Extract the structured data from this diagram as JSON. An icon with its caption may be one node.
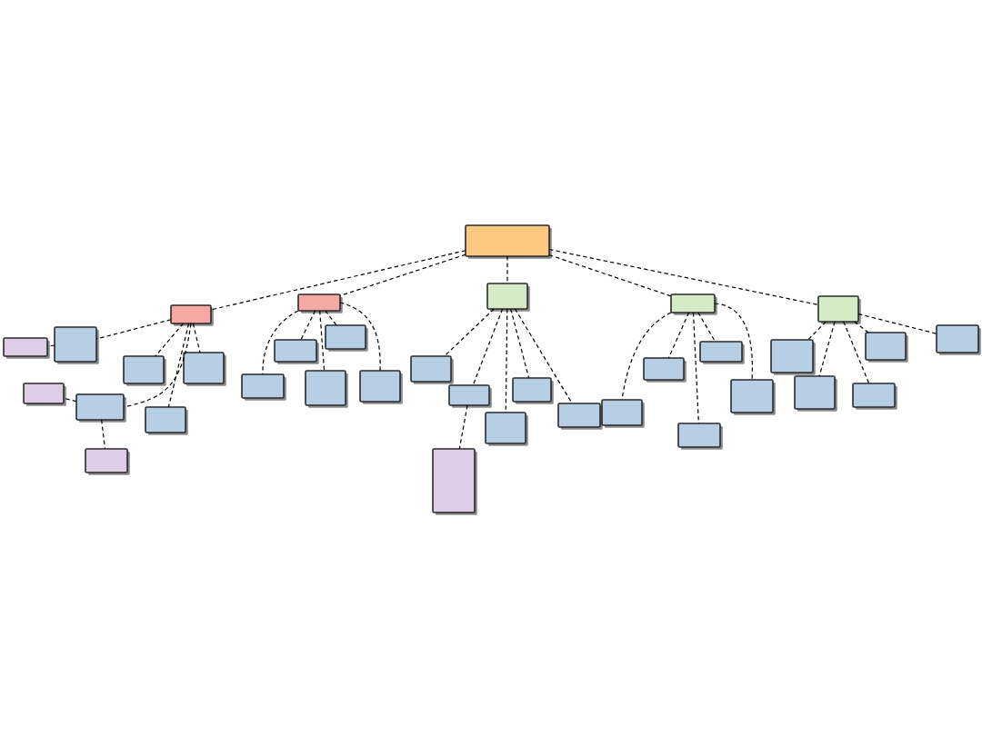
{
  "diagram": {
    "nodes": [
      {
        "text": [],
        "shape": "box"
      },
      {
        "text": [],
        "shape": "box"
      },
      {
        "text": [],
        "shape": "box"
      },
      {
        "text": [],
        "shape": "box"
      },
      {
        "text": [],
        "shape": "box"
      },
      {
        "text": [],
        "shape": "box"
      },
      {
        "text": [],
        "shape": "box"
      },
      {
        "text": [],
        "shape": "box"
      },
      {
        "text": [],
        "shape": "box"
      },
      {
        "text": [],
        "shape": "box"
      },
      {
        "text": [],
        "shape": "box"
      },
      {
        "text": [],
        "shape": "box"
      },
      {
        "text": [],
        "shape": "box"
      },
      {
        "text": [],
        "shape": "box"
      },
      {
        "text": [],
        "shape": "box"
      },
      {
        "text": [],
        "shape": "box"
      },
      {
        "text": [],
        "shape": "box"
      },
      {
        "text": [],
        "shape": "box"
      },
      {
        "text": [],
        "shape": "box"
      },
      {
        "text": [],
        "shape": "box"
      },
      {
        "text": [],
        "shape": "box"
      },
      {
        "text": [],
        "shape": "box"
      },
      {
        "text": [],
        "shape": "box"
      },
      {
        "text": [],
        "shape": "box"
      },
      {
        "text": [],
        "shape": "box"
      },
      {
        "text": [],
        "shape": "box"
      },
      {
        "text": [],
        "shape": "box"
      },
      {
        "text": [],
        "shape": "box"
      },
      {
        "text": [],
        "shape": "box"
      },
      {
        "text": [],
        "shape": "box"
      },
      {
        "text": [],
        "shape": "box"
      },
      {
        "text": [],
        "shape": "box"
      },
      {
        "text": [],
        "shape": "box"
      },
      {
        "text": [],
        "shape": "box"
      },
      {
        "text": [],
        "shape": "box"
      }
    ],
    "edges": [
      {
        "from": 0,
        "to": 1,
        "arrow": "none",
        "style": "dashed"
      },
      {
        "from": 0,
        "to": 10,
        "arrow": "none",
        "style": "dashed"
      },
      {
        "from": 0,
        "to": 16,
        "arrow": "none",
        "style": "dashed"
      },
      {
        "from": 0,
        "to": 23,
        "arrow": "none",
        "style": "dashed"
      },
      {
        "from": 0,
        "to": 29,
        "arrow": "none",
        "style": "dashed"
      },
      {
        "from": 1,
        "to": 2,
        "arrow": "none",
        "style": "dashed"
      },
      {
        "from": 2,
        "to": 3,
        "arrow": "none",
        "style": "dashed"
      },
      {
        "from": 1,
        "to": 4,
        "arrow": "none",
        "style": "dashed"
      },
      {
        "from": 1,
        "to": 5,
        "arrow": "none",
        "style": "dashed"
      },
      {
        "from": 1,
        "to": 7,
        "arrow": "none",
        "style": "dashed"
      },
      {
        "from": 7,
        "to": 6,
        "arrow": "none",
        "style": "dashed"
      },
      {
        "from": 7,
        "to": 9,
        "arrow": "none",
        "style": "dashed"
      },
      {
        "from": 1,
        "to": 8,
        "arrow": "none",
        "style": "dashed"
      },
      {
        "from": 10,
        "to": 11,
        "arrow": "none",
        "style": "dashed"
      },
      {
        "from": 10,
        "to": 12,
        "arrow": "none",
        "style": "dashed"
      },
      {
        "from": 10,
        "to": 13,
        "arrow": "none",
        "style": "dashed"
      },
      {
        "from": 10,
        "to": 14,
        "arrow": "none",
        "style": "dashed"
      },
      {
        "from": 10,
        "to": 15,
        "arrow": "none",
        "style": "dashed"
      },
      {
        "from": 16,
        "to": 17,
        "arrow": "none",
        "style": "dashed"
      },
      {
        "from": 16,
        "to": 18,
        "arrow": "none",
        "style": "dashed"
      },
      {
        "from": 16,
        "to": 19,
        "arrow": "none",
        "style": "dashed"
      },
      {
        "from": 16,
        "to": 20,
        "arrow": "none",
        "style": "dashed"
      },
      {
        "from": 16,
        "to": 21,
        "arrow": "none",
        "style": "dashed"
      },
      {
        "from": 19,
        "to": 22,
        "arrow": "none",
        "style": "dashed"
      },
      {
        "from": 23,
        "to": 24,
        "arrow": "none",
        "style": "dashed"
      },
      {
        "from": 23,
        "to": 25,
        "arrow": "none",
        "style": "dashed"
      },
      {
        "from": 23,
        "to": 26,
        "arrow": "none",
        "style": "dashed"
      },
      {
        "from": 23,
        "to": 27,
        "arrow": "none",
        "style": "dashed"
      },
      {
        "from": 23,
        "to": 28,
        "arrow": "none",
        "style": "dashed"
      },
      {
        "from": 29,
        "to": 30,
        "arrow": "none",
        "style": "dashed"
      },
      {
        "from": 29,
        "to": 31,
        "arrow": "none",
        "style": "dashed"
      },
      {
        "from": 29,
        "to": 32,
        "arrow": "none",
        "style": "dashed"
      },
      {
        "from": 29,
        "to": 33,
        "arrow": "none",
        "style": "dashed"
      },
      {
        "from": 29,
        "to": 34,
        "arrow": "none",
        "style": "dashed"
      }
    ]
  }
}
